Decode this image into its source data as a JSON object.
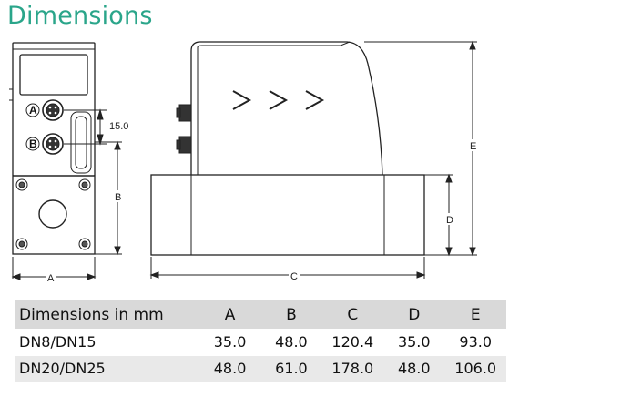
{
  "title": "Dimensions",
  "drawing": {
    "connector_a": "A",
    "connector_b": "B",
    "dim_spacing": "15.0",
    "dim_a": "A",
    "dim_b": "B",
    "dim_c": "C",
    "dim_d": "D",
    "dim_e": "E",
    "arrow_glyphs": ">>>"
  },
  "table": {
    "header": [
      "Dimensions in mm",
      "A",
      "B",
      "C",
      "D",
      "E"
    ],
    "rows": [
      [
        "DN8/DN15",
        "35.0",
        "48.0",
        "120.4",
        "35.0",
        "93.0"
      ],
      [
        "DN20/DN25",
        "48.0",
        "61.0",
        "178.0",
        "48.0",
        "106.0"
      ]
    ]
  },
  "colors": {
    "title": "#2aa58a",
    "header_bg": "#d9d9d9",
    "row_alt_bg": "#e9e9e9"
  }
}
